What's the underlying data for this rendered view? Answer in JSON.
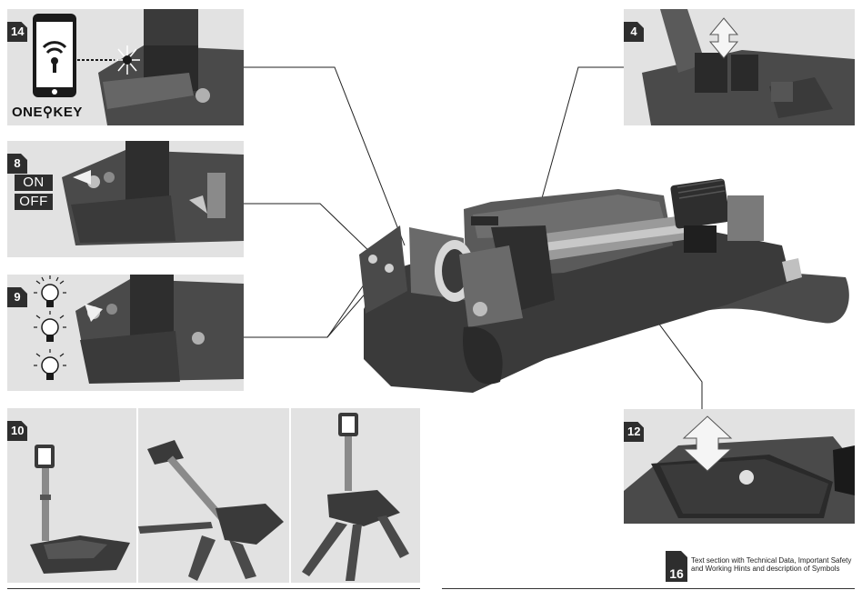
{
  "steps": {
    "s14": "14",
    "s8": "8",
    "s9": "9",
    "s10": "10",
    "s4": "4",
    "s12": "12",
    "s16": "16"
  },
  "switch_labels": {
    "on": "ON",
    "off": "OFF"
  },
  "logo": {
    "left": "ONE",
    "right": "KEY"
  },
  "footer_note": "Text section with Technical Data, Important Safety and Working Hints and description of Symbols",
  "colors": {
    "panel_bg": "#e2e2e2",
    "label_bg": "#2e2e2e",
    "device_dark": "#3a3a3a",
    "device_mid": "#555555",
    "device_light": "#8a8a8a"
  },
  "icons": [
    "smartphone-icon",
    "wifi-key-icon",
    "light-bulb-icon",
    "double-arrow-icon"
  ]
}
